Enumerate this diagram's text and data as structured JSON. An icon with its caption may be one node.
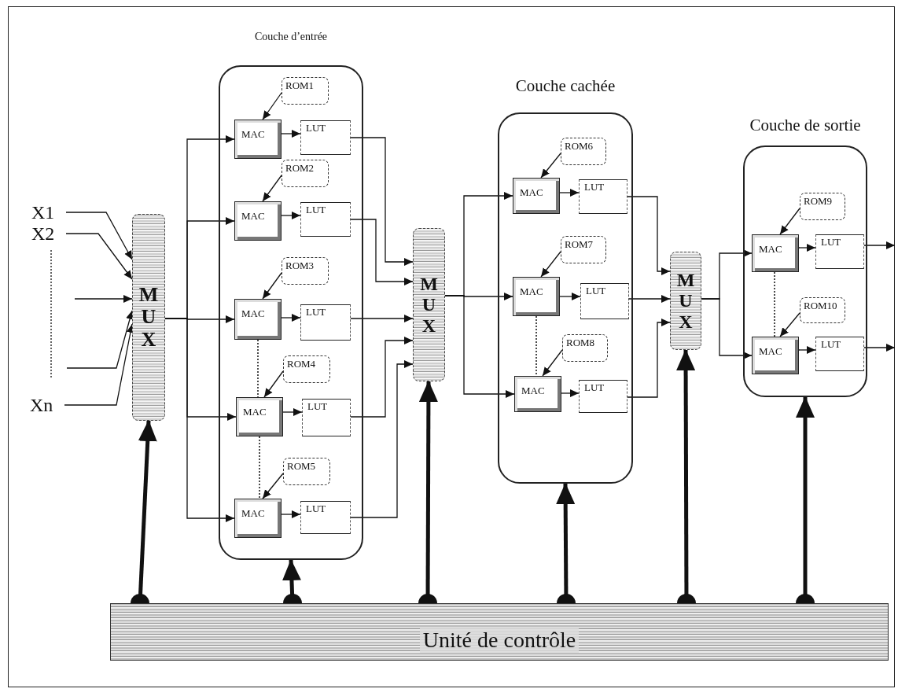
{
  "diagram": {
    "nodes": [
      {
        "text": [
          "X1"
        ]
      },
      {
        "text": [
          "X2"
        ]
      },
      {
        "text": [
          "Xn"
        ]
      },
      {
        "text": [
          "MUX"
        ]
      },
      {
        "text": [
          "Couche d’entrée"
        ]
      },
      {
        "text": [
          "ROM1"
        ],
        "in": 4
      },
      {
        "text": [
          "MAC"
        ],
        "in": 4
      },
      {
        "text": [
          "LUT"
        ],
        "in": 4
      },
      {
        "text": [
          "ROM2"
        ],
        "in": 4
      },
      {
        "text": [
          "MAC"
        ],
        "in": 4
      },
      {
        "text": [
          "LUT"
        ],
        "in": 4
      },
      {
        "text": [
          "ROM3"
        ],
        "in": 4
      },
      {
        "text": [
          "MAC"
        ],
        "in": 4
      },
      {
        "text": [
          "LUT"
        ],
        "in": 4
      },
      {
        "text": [
          "ROM4"
        ],
        "in": 4
      },
      {
        "text": [
          "MAC"
        ],
        "in": 4
      },
      {
        "text": [
          "LUT"
        ],
        "in": 4
      },
      {
        "text": [
          "ROM5"
        ],
        "in": 4
      },
      {
        "text": [
          "MAC"
        ],
        "in": 4
      },
      {
        "text": [
          "LUT"
        ],
        "in": 4
      },
      {
        "text": [
          "MUX"
        ]
      },
      {
        "text": [
          "Couche cachée"
        ]
      },
      {
        "text": [
          "ROM6"
        ],
        "in": 21
      },
      {
        "text": [
          "MAC"
        ],
        "in": 21
      },
      {
        "text": [
          "LUT"
        ],
        "in": 21
      },
      {
        "text": [
          "ROM7"
        ],
        "in": 21
      },
      {
        "text": [
          "MAC"
        ],
        "in": 21
      },
      {
        "text": [
          "LUT"
        ],
        "in": 21
      },
      {
        "text": [
          "ROM8"
        ],
        "in": 21
      },
      {
        "text": [
          "MAC"
        ],
        "in": 21
      },
      {
        "text": [
          "LUT"
        ],
        "in": 21
      },
      {
        "text": [
          "MUX"
        ]
      },
      {
        "text": [
          "Couche de sortie"
        ]
      },
      {
        "text": [
          "ROM9"
        ],
        "in": 32
      },
      {
        "text": [
          "MAC"
        ],
        "in": 32
      },
      {
        "text": [
          "LUT"
        ],
        "in": 32
      },
      {
        "text": [
          "ROM10"
        ],
        "in": 32
      },
      {
        "text": [
          "MAC"
        ],
        "in": 32
      },
      {
        "text": [
          "LUT"
        ],
        "in": 32
      },
      {
        "text": [
          "Unité de contrôle"
        ]
      }
    ],
    "edges": [
      {
        "from": 0,
        "to": 3,
        "arrow": "to"
      },
      {
        "from": 1,
        "to": 3,
        "arrow": "to"
      },
      {
        "from": null,
        "to": 3,
        "arrow": "to"
      },
      {
        "from": null,
        "to": 3,
        "arrow": "to"
      },
      {
        "from": 2,
        "to": 3,
        "arrow": "to"
      },
      {
        "from": 3,
        "to": 6,
        "arrow": "to"
      },
      {
        "from": 3,
        "to": 9,
        "arrow": "to"
      },
      {
        "from": 3,
        "to": 12,
        "arrow": "to"
      },
      {
        "from": 3,
        "to": 15,
        "arrow": "to"
      },
      {
        "from": 3,
        "to": 18,
        "arrow": "to"
      },
      {
        "from": 5,
        "to": 6,
        "arrow": "to"
      },
      {
        "from": 8,
        "to": 9,
        "arrow": "to"
      },
      {
        "from": 11,
        "to": 12,
        "arrow": "to"
      },
      {
        "from": 14,
        "to": 15,
        "arrow": "to"
      },
      {
        "from": 17,
        "to": 18,
        "arrow": "to"
      },
      {
        "from": 6,
        "to": 7,
        "arrow": "to"
      },
      {
        "from": 9,
        "to": 10,
        "arrow": "to"
      },
      {
        "from": 12,
        "to": 13,
        "arrow": "to"
      },
      {
        "from": 15,
        "to": 16,
        "arrow": "to"
      },
      {
        "from": 18,
        "to": 19,
        "arrow": "to"
      },
      {
        "from": 7,
        "to": 20,
        "arrow": "to"
      },
      {
        "from": 10,
        "to": 20,
        "arrow": "to"
      },
      {
        "from": 13,
        "to": 20,
        "arrow": "to"
      },
      {
        "from": 16,
        "to": 20,
        "arrow": "to"
      },
      {
        "from": 19,
        "to": 20,
        "arrow": "to"
      },
      {
        "from": 20,
        "to": 23,
        "arrow": "to"
      },
      {
        "from": 20,
        "to": 26,
        "arrow": "to"
      },
      {
        "from": 20,
        "to": 29,
        "arrow": "to"
      },
      {
        "from": 22,
        "to": 23,
        "arrow": "to"
      },
      {
        "from": 25,
        "to": 26,
        "arrow": "to"
      },
      {
        "from": 28,
        "to": 29,
        "arrow": "to"
      },
      {
        "from": 23,
        "to": 24,
        "arrow": "to"
      },
      {
        "from": 26,
        "to": 27,
        "arrow": "to"
      },
      {
        "from": 29,
        "to": 30,
        "arrow": "to"
      },
      {
        "from": 24,
        "to": 31,
        "arrow": "to"
      },
      {
        "from": 27,
        "to": 31,
        "arrow": "to"
      },
      {
        "from": 30,
        "to": 31,
        "arrow": "to"
      },
      {
        "from": 31,
        "to": 34,
        "arrow": "to"
      },
      {
        "from": 31,
        "to": 37,
        "arrow": "to"
      },
      {
        "from": 33,
        "to": 34,
        "arrow": "to"
      },
      {
        "from": 36,
        "to": 37,
        "arrow": "to"
      },
      {
        "from": 34,
        "to": 35,
        "arrow": "to"
      },
      {
        "from": 37,
        "to": 38,
        "arrow": "to"
      },
      {
        "from": 35,
        "to": null,
        "arrow": "to"
      },
      {
        "from": 38,
        "to": null,
        "arrow": "to"
      },
      {
        "from": 39,
        "to": 3,
        "arrow": "to",
        "style": "thick"
      },
      {
        "from": 39,
        "to": 4,
        "arrow": "to",
        "style": "thick"
      },
      {
        "from": 39,
        "to": 20,
        "arrow": "to",
        "style": "thick"
      },
      {
        "from": 39,
        "to": 21,
        "arrow": "to",
        "style": "thick"
      },
      {
        "from": 39,
        "to": 31,
        "arrow": "to",
        "style": "thick"
      },
      {
        "from": 39,
        "to": 32,
        "arrow": "to",
        "style": "thick"
      },
      {
        "from": 12,
        "to": 15,
        "arrow": "none",
        "style": "dashed"
      },
      {
        "from": 15,
        "to": 18,
        "arrow": "none",
        "style": "dashed"
      },
      {
        "from": 26,
        "to": 29,
        "arrow": "none",
        "style": "dashed"
      },
      {
        "from": 34,
        "to": 37,
        "arrow": "none",
        "style": "dashed"
      }
    ]
  }
}
